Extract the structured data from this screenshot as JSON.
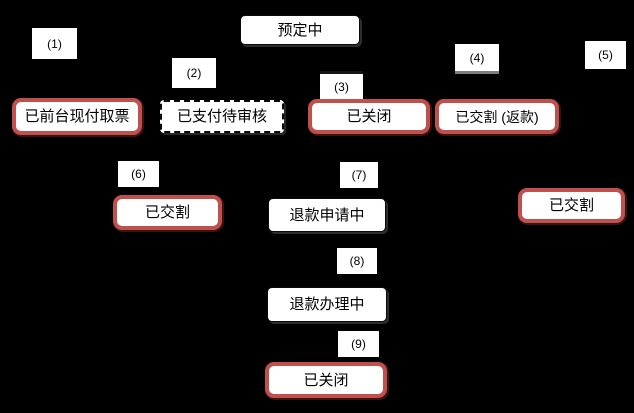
{
  "diagram": {
    "background": "#000000",
    "node_fill": "#ffffff",
    "accent_border_color": "#c0504d",
    "plain_border_color": "#000000",
    "text_color": "#000000",
    "nodes": {
      "booking": {
        "label": "预定中",
        "border": "solid-thin"
      },
      "front_desk": {
        "label": "已前台现付取票",
        "border": "accent-red"
      },
      "paid_review": {
        "label": "已支付待审核",
        "border": "dashed"
      },
      "closed_top": {
        "label": "已关闭",
        "border": "accent-red"
      },
      "delivered_refund": {
        "label": "已交割 (返款)",
        "border": "accent-red"
      },
      "delivered_left": {
        "label": "已交割",
        "border": "accent-red"
      },
      "refund_request": {
        "label": "退款申请中",
        "border": "solid-thin"
      },
      "delivered_right": {
        "label": "已交割",
        "border": "accent-red"
      },
      "refund_process": {
        "label": "退款办理中",
        "border": "solid-thin"
      },
      "closed_bottom": {
        "label": "已关闭",
        "border": "accent-red"
      }
    },
    "step_labels": {
      "s1": "(1)",
      "s2": "(2)",
      "s3": "(3)",
      "s4": "(4)",
      "s5": "(5)",
      "s6": "(6)",
      "s7": "(7)",
      "s8": "(8)",
      "s9": "(9)"
    }
  }
}
